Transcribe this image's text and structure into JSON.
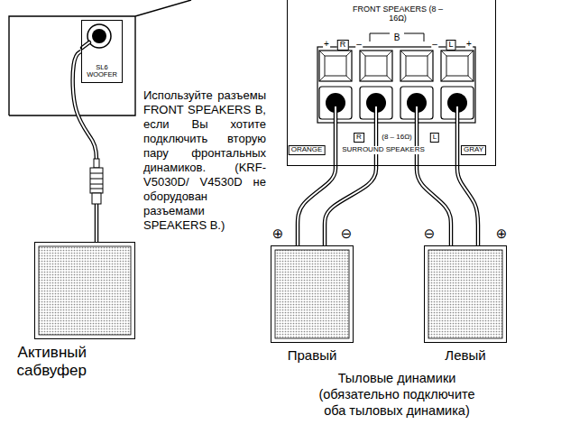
{
  "diagram": {
    "nodes": [
      {
        "text": [
          "SL6 WOOFER"
        ]
      },
      {
        "text": [
          "Активный сабвуфер"
        ]
      },
      {
        "text": [
          "FRONT SPEAKERS (8 – 16Ω)"
        ]
      },
      {
        "text": [
          "Правый"
        ]
      },
      {
        "text": [
          "Левый"
        ]
      }
    ],
    "edges": [
      {
        "from": 0,
        "to": 1,
        "arrow": "none"
      },
      {
        "from": 2,
        "to": 3,
        "arrow": "none"
      },
      {
        "from": 2,
        "to": 3,
        "arrow": "none"
      },
      {
        "from": 2,
        "to": 4,
        "arrow": "none"
      },
      {
        "from": 2,
        "to": 4,
        "arrow": "none"
      }
    ],
    "labels": [
      "Используйте разъемы FRONT SPEAKERS B, если Вы хотите подключить вторую пару фронтальных динамиков. (KRF-V5030D/ V4530D не оборудован разъемами SPEAKERS B.)",
      "+",
      "R",
      "–",
      "B",
      "–",
      "L",
      "+",
      "R",
      "(8 – 16Ω)",
      "L",
      "ORANGE",
      "SURROUND SPEAKERS",
      "GRAY",
      "⊕",
      "⊖",
      "⊖",
      "⊕",
      "Тыловые динамики (обязательно подключите оба тыловых динамика)"
    ]
  }
}
